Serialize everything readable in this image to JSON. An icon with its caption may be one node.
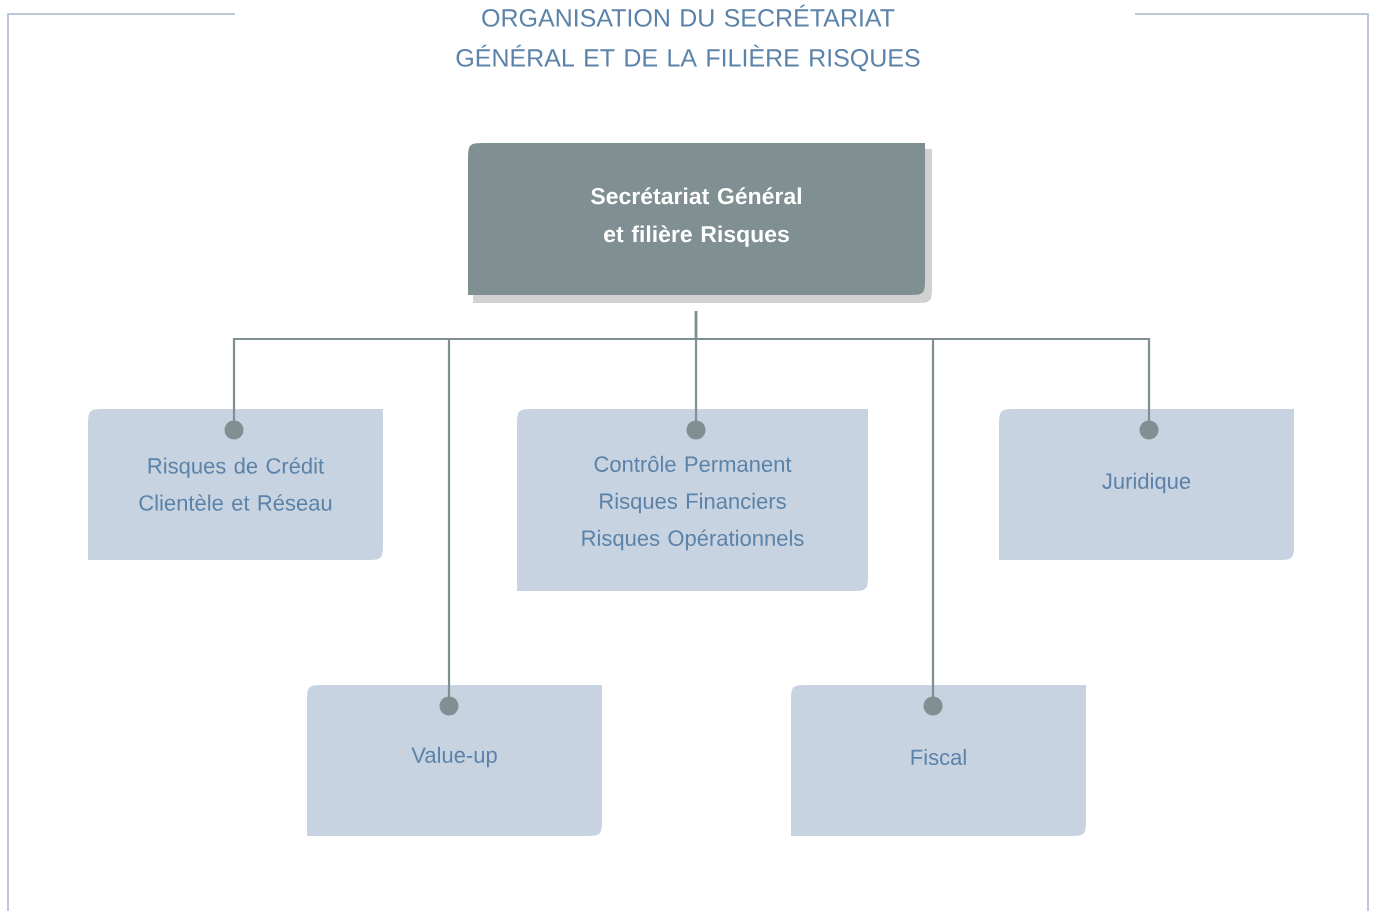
{
  "diagram": {
    "title": "ORGANISATION DU SECRÉTARIAT GÉNÉRAL ET DE LA FILIÈRE RISQUES",
    "nodes": [
      {
        "text": [
          "Secrétariat Général et filière Risques"
        ]
      },
      {
        "text": [
          "Risques de Crédit Clientèle et Réseau"
        ]
      },
      {
        "text": [
          "Contrôle Permanent",
          "Risques Financiers",
          "Risques Opérationnels"
        ]
      },
      {
        "text": [
          "Juridique"
        ]
      },
      {
        "text": [
          "Value-up"
        ]
      },
      {
        "text": [
          "Fiscal"
        ]
      }
    ],
    "edges": [
      {
        "from": 0,
        "to": 1,
        "arrow": "other"
      },
      {
        "from": 0,
        "to": 2,
        "arrow": "other"
      },
      {
        "from": 0,
        "to": 3,
        "arrow": "other"
      },
      {
        "from": 0,
        "to": 4,
        "arrow": "other"
      },
      {
        "from": 0,
        "to": 5,
        "arrow": "other"
      }
    ]
  }
}
